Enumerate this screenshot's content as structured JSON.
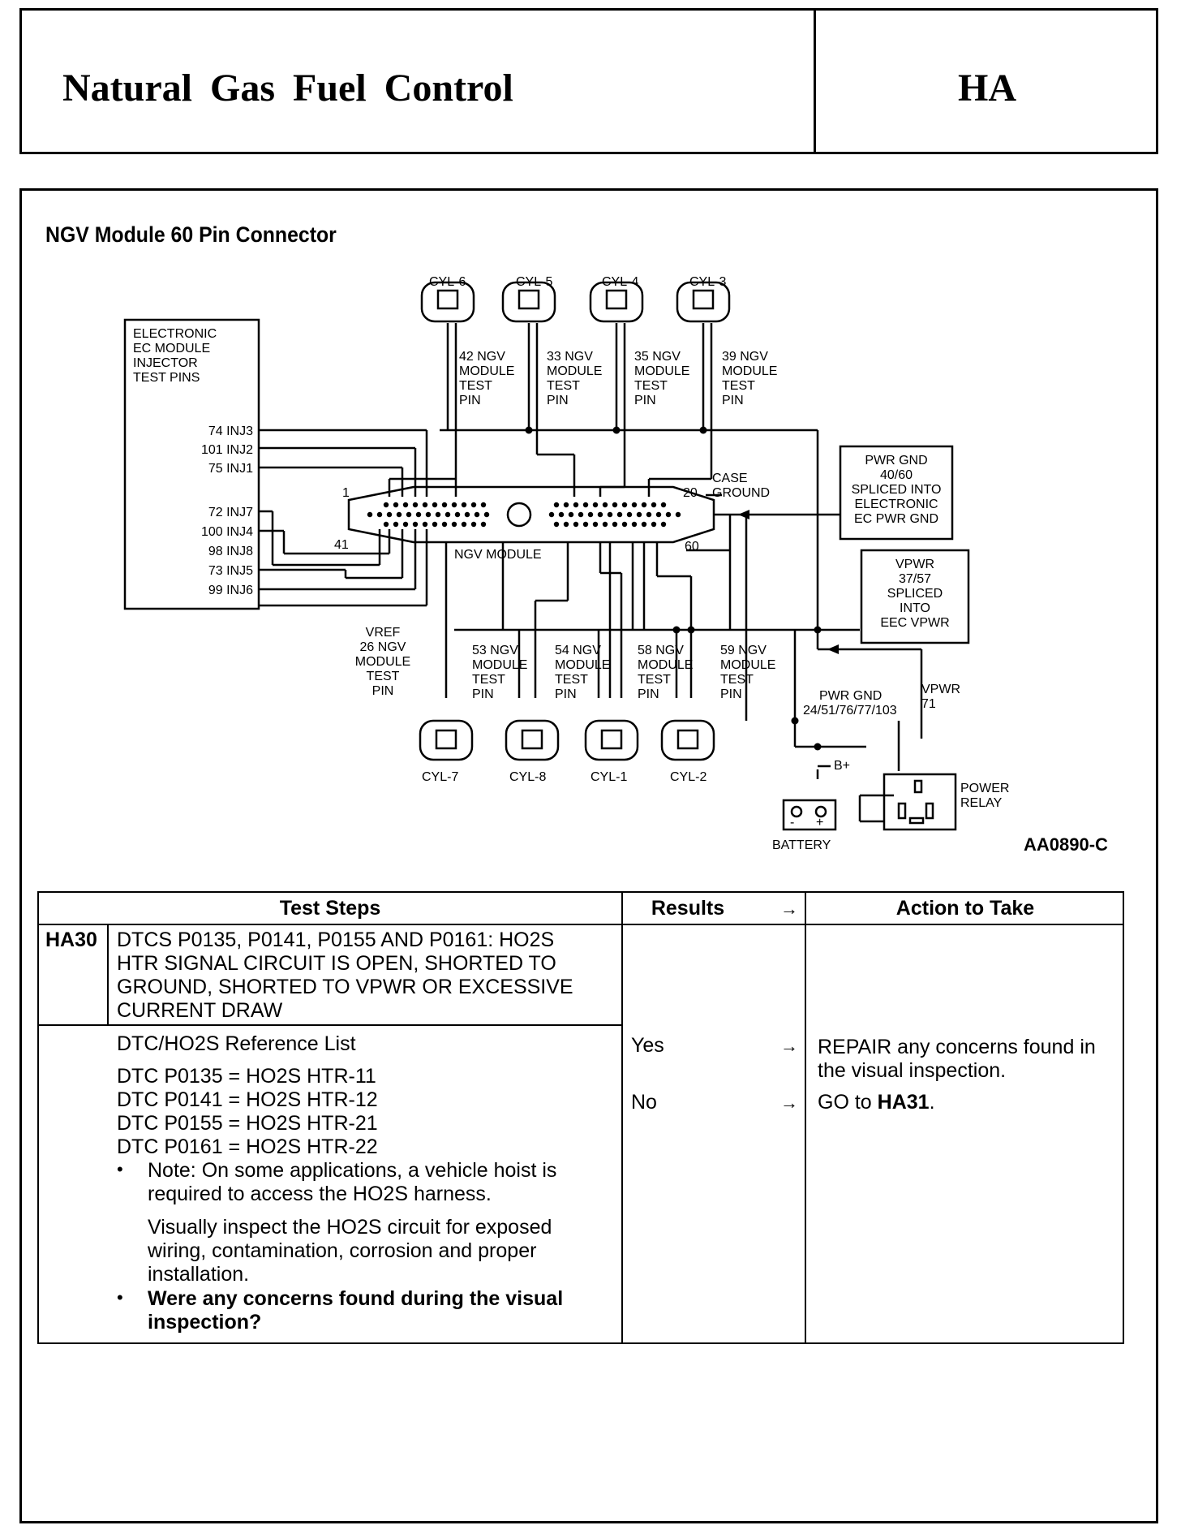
{
  "header": {
    "title": "Natural Gas Fuel Control",
    "section_code": "HA"
  },
  "section_title": "NGV Module 60 Pin Connector",
  "diagram": {
    "ec_box": [
      "ELECTRONIC",
      "EC MODULE",
      "INJECTOR",
      "TEST PINS"
    ],
    "inj_top": [
      "74 INJ3",
      "101 INJ2",
      "75 INJ1"
    ],
    "inj_bottom": [
      "72 INJ7",
      "100 INJ4",
      "98 INJ8",
      "73 INJ5",
      "99 INJ6"
    ],
    "cyl_top": [
      "CYL-6",
      "CYL-5",
      "CYL-4",
      "CYL-3"
    ],
    "cyl_bottom": [
      "CYL-7",
      "CYL-8",
      "CYL-1",
      "CYL-2"
    ],
    "test_top": [
      "42 NGV",
      "33 NGV",
      "35 NGV",
      "39 NGV"
    ],
    "test_bottom": [
      "53 NGV",
      "54 NGV",
      "58 NGV",
      "59 NGV"
    ],
    "test_suffix": [
      "MODULE",
      "TEST",
      "PIN"
    ],
    "pin_labels": {
      "p1": "1",
      "p20": "20",
      "p41": "41",
      "p60": "60"
    },
    "module_label": "NGV MODULE",
    "case_ground": [
      "CASE",
      "GROUND"
    ],
    "pwr_gnd_box": [
      "PWR GND",
      "40/60",
      "SPLICED INTO",
      "ELECTRONIC",
      "EC PWR GND"
    ],
    "vpwr_box": [
      "VPWR",
      "37/57",
      "SPLICED",
      "INTO",
      "EEC VPWR"
    ],
    "vref": [
      "VREF",
      "26 NGV",
      "MODULE",
      "TEST",
      "PIN"
    ],
    "pwr_gnd_label": [
      "PWR GND",
      "24/51/76/77/103"
    ],
    "vpwr_label": [
      "VPWR",
      "71"
    ],
    "b_plus": "B+",
    "battery": "BATTERY",
    "battery_terms": [
      "-",
      "+"
    ],
    "power_relay": [
      "POWER",
      "RELAY"
    ]
  },
  "figure_code": "AA0890-C",
  "table": {
    "headers": {
      "steps": "Test Steps",
      "results": "Results",
      "action": "Action to Take"
    },
    "header_arrow": "→",
    "step_id": "HA30",
    "step_title": [
      "DTCS P0135, P0141, P0155 AND P0161: HO2S",
      "HTR SIGNAL CIRCUIT IS OPEN, SHORTED TO",
      "GROUND, SHORTED TO VPWR OR EXCESSIVE",
      "CURRENT DRAW"
    ],
    "ref_title": "DTC/HO2S Reference List",
    "ref_items": [
      "DTC P0135 = HO2S HTR-11",
      "DTC P0141 = HO2S HTR-12",
      "DTC P0155 = HO2S HTR-21",
      "DTC P0161 = HO2S HTR-22"
    ],
    "note": [
      "Note: On some applications, a vehicle hoist is",
      "required to access the HO2S harness."
    ],
    "inspect": [
      "Visually inspect the HO2S circuit for exposed",
      "wiring, contamination, corrosion and proper",
      "installation."
    ],
    "question": [
      "Were any concerns found during the visual",
      "inspection?"
    ],
    "results": [
      {
        "result": "Yes",
        "action": [
          "REPAIR any concerns found in",
          "the visual inspection."
        ]
      },
      {
        "result": "No",
        "action_prefix": "GO to ",
        "action_bold": "HA31",
        "action_suffix": "."
      }
    ]
  }
}
